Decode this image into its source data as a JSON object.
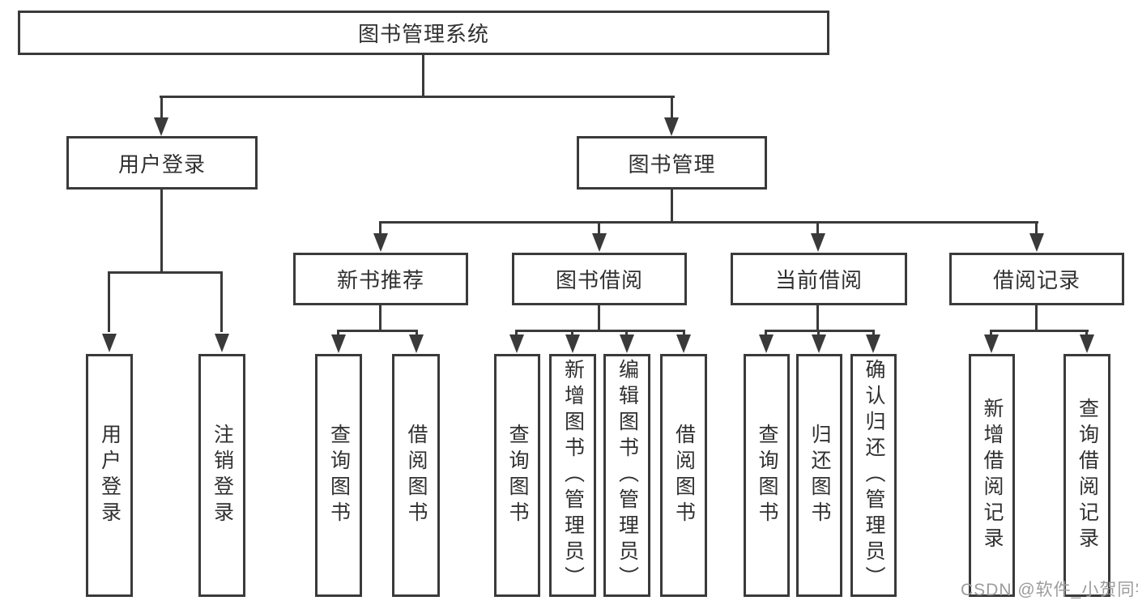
{
  "diagram_type": "hierarchy-tree",
  "tree": {
    "label": "图书管理系统",
    "children": [
      {
        "label": "用户登录",
        "children": [
          {
            "label": "用户登录"
          },
          {
            "label": "注销登录"
          }
        ]
      },
      {
        "label": "图书管理",
        "children": [
          {
            "label": "新书推荐",
            "children": [
              {
                "label": "查询图书"
              },
              {
                "label": "借阅图书"
              }
            ]
          },
          {
            "label": "图书借阅",
            "children": [
              {
                "label": "查询图书"
              },
              {
                "label": "新增图书（管理员）"
              },
              {
                "label": "编辑图书（管理员）"
              },
              {
                "label": "借阅图书"
              }
            ]
          },
          {
            "label": "当前借阅",
            "children": [
              {
                "label": "查询图书"
              },
              {
                "label": "归还图书"
              },
              {
                "label": "确认归还（管理员）"
              }
            ]
          },
          {
            "label": "借阅记录",
            "children": [
              {
                "label": "新增借阅记录"
              },
              {
                "label": "查询借阅记录"
              }
            ]
          }
        ]
      }
    ]
  },
  "watermark": {
    "text": "CSDN @软件_小贺同学"
  },
  "colors": {
    "line": "#3a3a3a",
    "box_border": "#3a3a3a",
    "text": "#303030",
    "watermark": "#9c9c9c",
    "background": "#ffffff"
  }
}
